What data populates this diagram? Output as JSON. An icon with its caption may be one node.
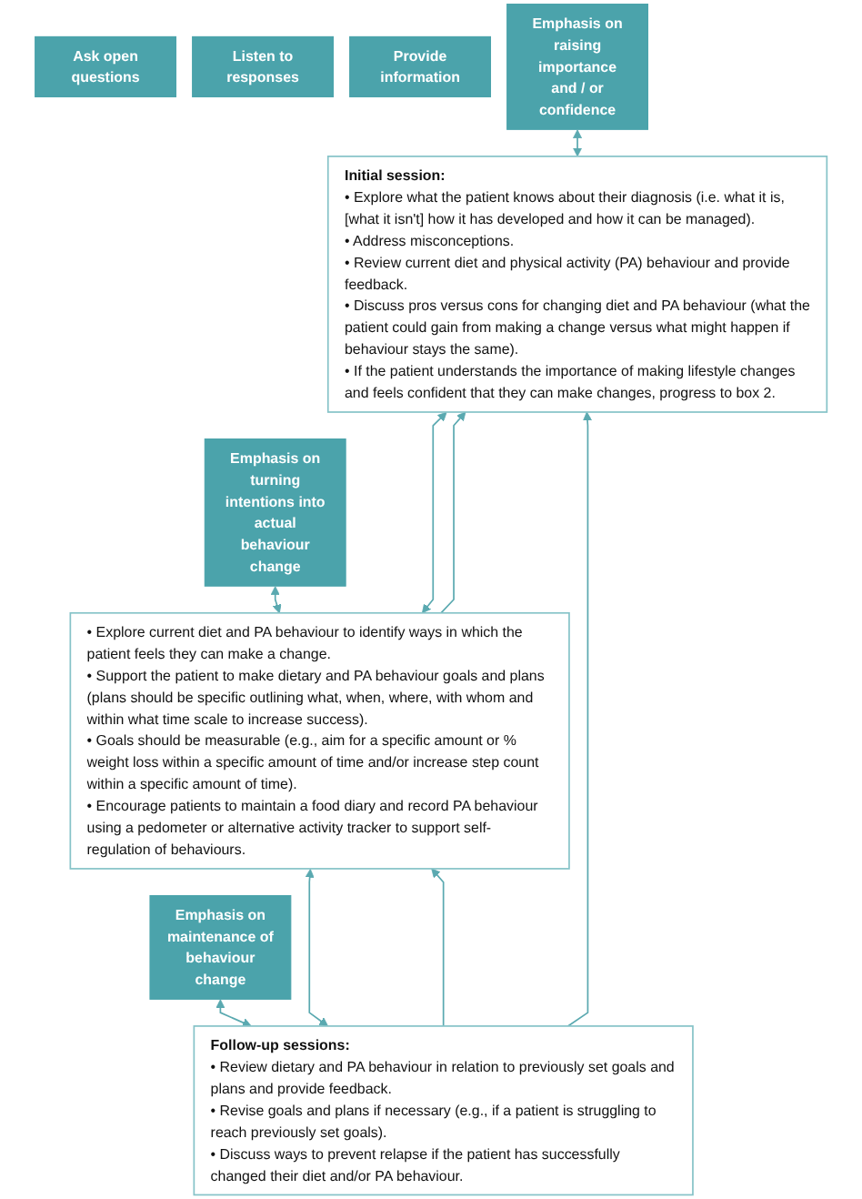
{
  "diagram": {
    "nodes": [
      {
        "text": [
          "Initial session:",
          "• Explore what the patient knows about their diagnosis (i.e. what it is, [what it isn't] how it has developed and how it can be managed).",
          "• Address misconceptions.",
          "• Review current diet and physical activity (PA) behaviour and provide feedback.",
          "• Discuss pros versus cons for changing diet and PA behaviour (what the patient could gain from making a change versus what might happen if behaviour stays the same).",
          "• If the patient understands the importance of making lifestyle changes and feels confident that they can make changes, progress to box 2."
        ]
      },
      {
        "text": [
          "Emphasis on raising importance and / or confidence"
        ]
      },
      {
        "text": [
          "Ask open questions"
        ]
      },
      {
        "text": [
          "• Explore current diet and PA behaviour to identify ways in which the patient feels they can make a change.",
          "• Support the patient to make dietary and PA behaviour goals and plans (plans should be specific outlining what, when, where, with whom and within what time scale to increase success).",
          "• Goals should be measurable (e.g., aim for a specific amount or % weight loss within a specific amount of time and/or increase step count within a specific amount of time).",
          "• Encourage patients to maintain a food diary and record PA behaviour using a pedometer or alternative activity tracker to support self-regulation of behaviours."
        ]
      },
      {
        "text": [
          "Listen to responses"
        ]
      },
      {
        "text": [
          "Emphasis on turning intentions into actual behaviour change"
        ]
      },
      {
        "text": [
          "Provide information"
        ]
      },
      {
        "text": [
          "Follow-up sessions:",
          "• Review dietary and PA behaviour in relation to previously set goals and plans and provide feedback.",
          "• Revise goals and plans if necessary (e.g., if a patient is struggling to reach previously set goals).",
          "• Discuss ways to prevent relapse if the patient has successfully changed their diet and/or PA behaviour."
        ]
      },
      {
        "text": [
          "Emphasis on maintenance of behaviour change"
        ]
      }
    ],
    "edges": [
      {
        "from": 1,
        "to": 0,
        "arrow": "both"
      },
      {
        "from": 0,
        "to": 3,
        "arrow": "both"
      },
      {
        "from": 3,
        "to": 0,
        "arrow": "to"
      },
      {
        "from": 7,
        "to": 0,
        "arrow": "to"
      },
      {
        "from": 7,
        "to": 3,
        "arrow": "to"
      },
      {
        "from": 5,
        "to": 3,
        "arrow": "both"
      },
      {
        "from": 3,
        "to": 7,
        "arrow": "both"
      },
      {
        "from": 8,
        "to": 7,
        "arrow": "both"
      }
    ]
  }
}
